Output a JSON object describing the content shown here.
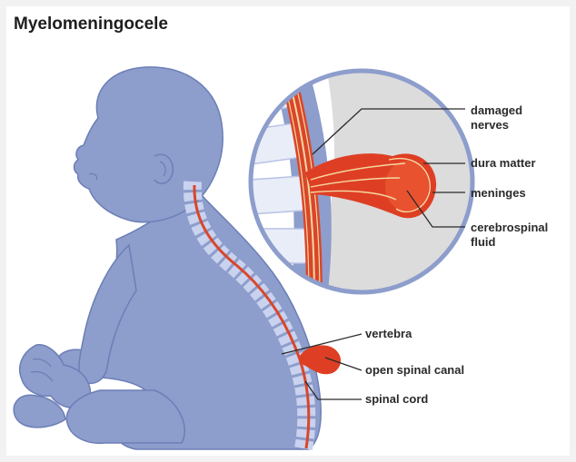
{
  "title": "Myelomeningocele",
  "labels": {
    "damaged_nerves_1": "damaged",
    "damaged_nerves_2": "nerves",
    "dura_matter": "dura matter",
    "meninges": "meninges",
    "csf_1": "cerebrospinal",
    "csf_2": "fluid",
    "vertebra": "vertebra",
    "open_spinal_canal": "open spinal canal",
    "spinal_cord": "spinal cord"
  },
  "colors": {
    "body": "#8d9dcc",
    "body_outline": "#6c7eb6",
    "vertebra": "#c9d2ee",
    "cord": "#d9462a",
    "sac": "#de3f24",
    "nerve": "#f6d7a2",
    "inset_bg": "#dcdcdc"
  }
}
